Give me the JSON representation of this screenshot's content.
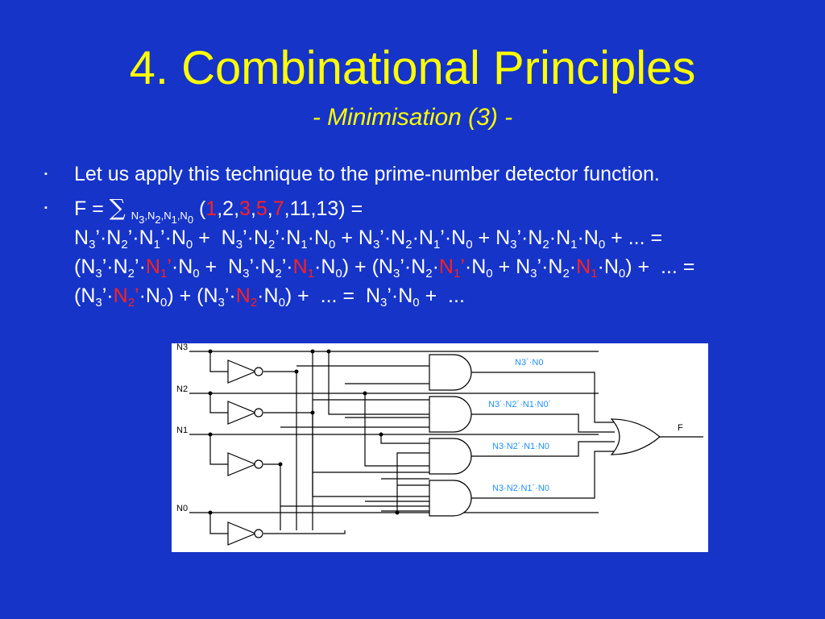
{
  "slide": {
    "title": "4. Combinational Principles",
    "subtitle": "- Minimisation (3) -"
  },
  "bullets": {
    "marker": "▪",
    "b1": "Let us apply this technique to the prime-number detector function.",
    "b2": {
      "f_eq": "F = ",
      "sigma": "∑",
      "sigma_subscript": "N3,N2,N1,N0",
      "minterm_list": "(1,2,3,5,7,11,13) =",
      "red_minterms": [
        "1",
        "3",
        "5",
        "7"
      ],
      "line2": "N3’·N2’·N1’·N0 + N3’·N2’·N1·N0 + N3’·N2·N1’·N0 + N3’·N2·N1·N0 + ... =",
      "line3": "(N3’·N2’·N1’·N0 + N3’·N2’·N1·N0) + (N3’·N2·N1’·N0 + N3’·N2·N1·N0) + ... =",
      "line4": "(N3’·N2’·N0) + (N3’·N2·N0) + ... = N3’·N0 + ..."
    }
  },
  "diagram": {
    "inputs": [
      "N3",
      "N2",
      "N1",
      "N0"
    ],
    "gate_terms": [
      "N3´·N0",
      "N3´·N2´·N1·N0´",
      "N3·N2´·N1·N0",
      "N3·N2·N1´·N0"
    ],
    "output": "F",
    "colors": {
      "term_label": "#1e90ff",
      "wire": "#000000"
    }
  },
  "colors": {
    "background": "#1634c8",
    "title": "#ffff00",
    "text": "#ffffff",
    "highlight": "#ff2020"
  }
}
